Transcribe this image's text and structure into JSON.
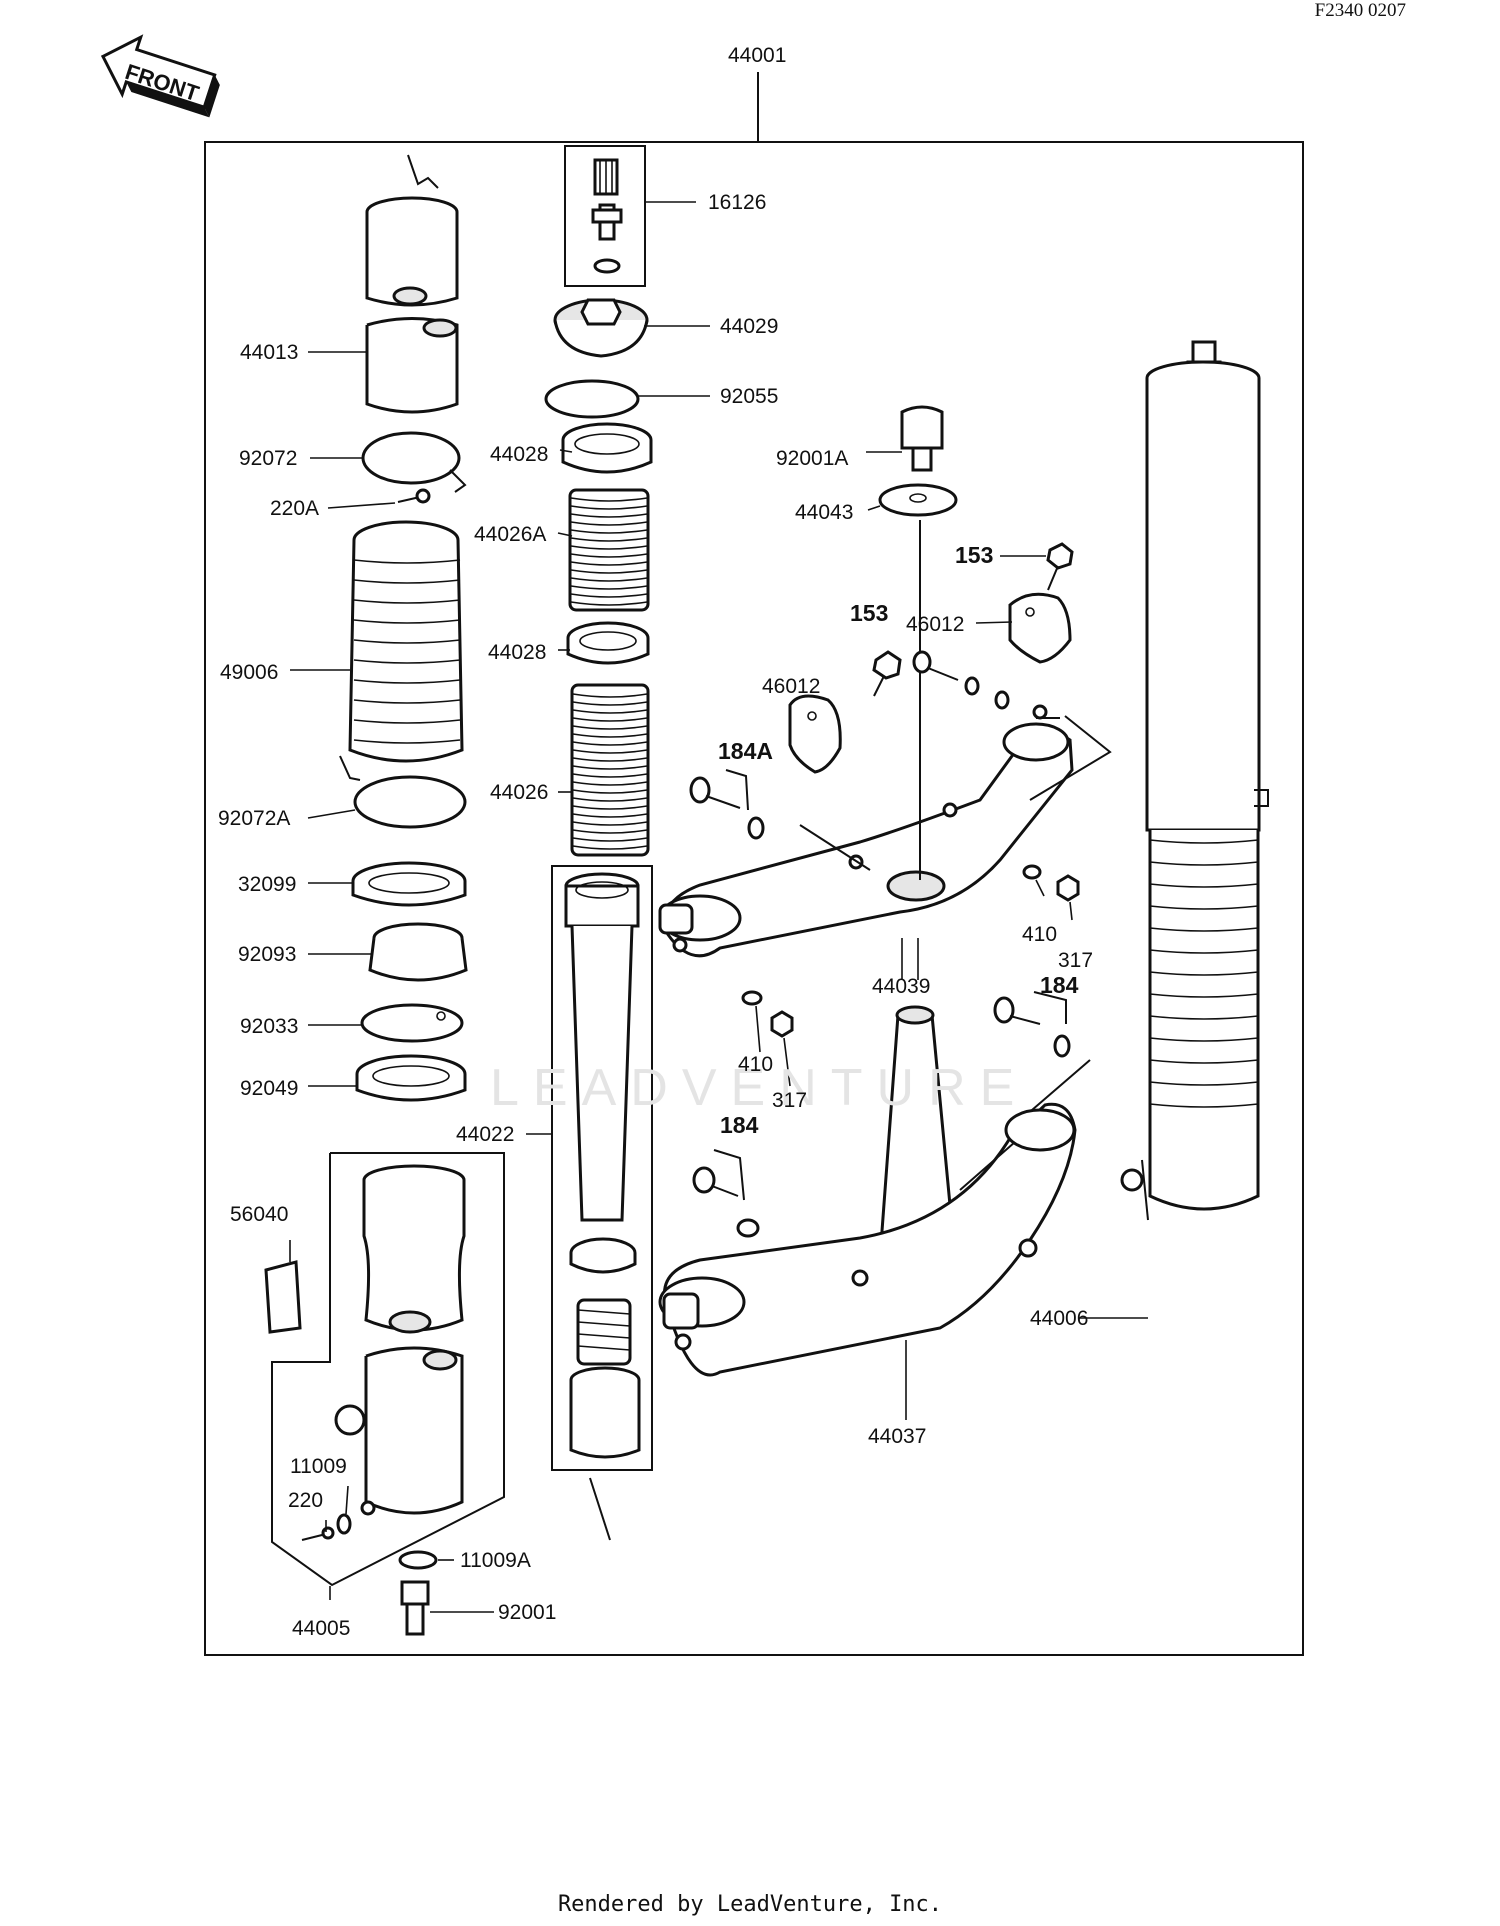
{
  "diagram_code": "F2340 0207",
  "front_label": "FRONT",
  "watermark": "LEADVENTURE",
  "footer": "Rendered by LeadVenture, Inc.",
  "parts": {
    "p44001": "44001",
    "p16126": "16126",
    "p44029": "44029",
    "p92055": "92055",
    "p44013": "44013",
    "p92072": "92072",
    "p44028a": "44028",
    "p92001A": "92001A",
    "p44043": "44043",
    "p220A": "220A",
    "p44026A": "44026A",
    "p153a": "153",
    "p153b": "153",
    "p46012a": "46012",
    "p46012b": "46012",
    "p44028b": "44028",
    "p49006": "49006",
    "p184A": "184A",
    "p92072A": "92072A",
    "p44026": "44026",
    "p32099": "32099",
    "p410a": "410",
    "p317a": "317",
    "p92093": "92093",
    "p44039": "44039",
    "p184a": "184",
    "p92033": "92033",
    "p410b": "410",
    "p317b": "317",
    "p92049": "92049",
    "p44022": "44022",
    "p184b": "184",
    "p56040": "56040",
    "p44006": "44006",
    "p44037": "44037",
    "p11009": "11009",
    "p220": "220",
    "p11009A": "11009A",
    "p92001": "92001",
    "p44005": "44005"
  }
}
